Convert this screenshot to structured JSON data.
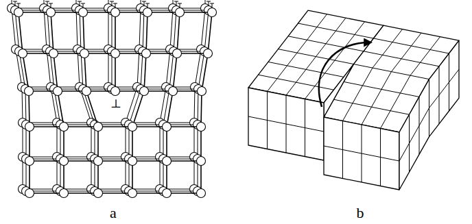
{
  "diagram": {
    "labels": [
      "⊥",
      "a",
      "b"
    ]
  }
}
